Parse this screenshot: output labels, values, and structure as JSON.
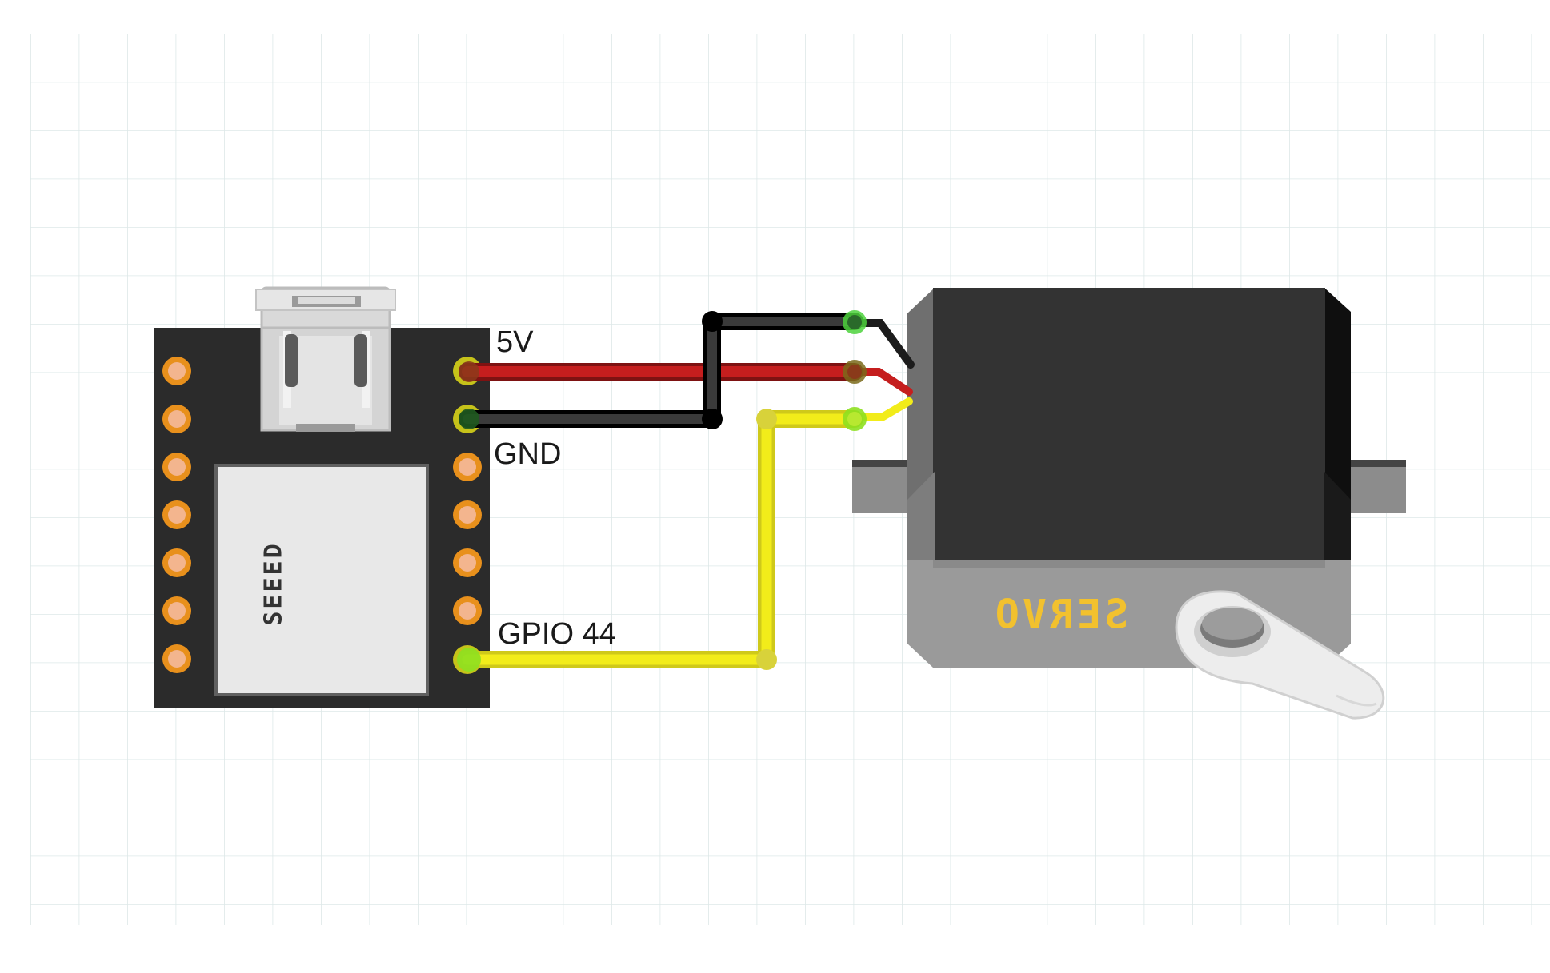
{
  "board": {
    "brand": "SEEED"
  },
  "servo": {
    "label": "SERVO"
  },
  "pins": {
    "vcc": "5V",
    "gnd": "GND",
    "signal": "GPIO 44"
  },
  "colors": {
    "background": "#ffffff",
    "grid": "#dde8e8",
    "board": "#2b2b2b",
    "pad_ring": "#e8901c",
    "pad_center": "#f3b58e",
    "usb_shell": "#d6d6d6",
    "module": "#e8e8e8",
    "servo_top": "#333333",
    "servo_side": "#111111",
    "servo_base": "#9a9a9a",
    "servo_tab": "#8c8c8c",
    "servo_text": "#f2c12e",
    "wire_power": "#c51e1e",
    "wire_ground": "#1c1c1c",
    "wire_signal": "#f2ec1a",
    "node_green": "#4cd23c"
  },
  "icons": {
    "board": "xiao-microcontroller-board",
    "servo": "servo-motor-icon",
    "usb": "usb-c-connector-icon"
  }
}
